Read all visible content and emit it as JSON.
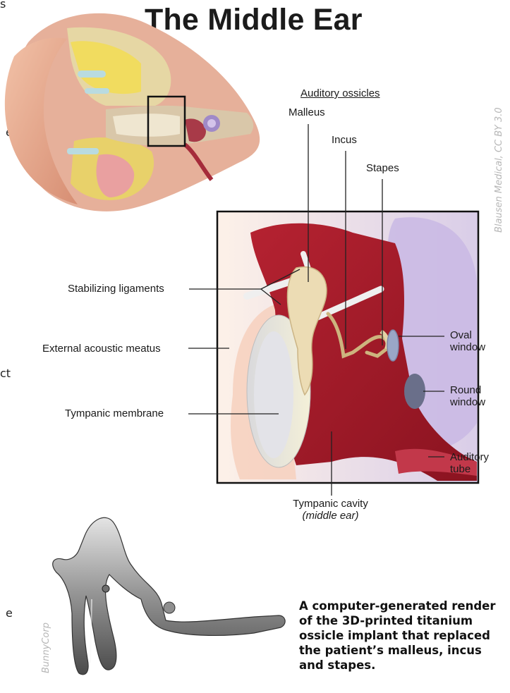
{
  "title": "The Middle Ear",
  "labels": {
    "auditory_ossicles": "Auditory ossicles",
    "malleus": "Malleus",
    "incus": "Incus",
    "stapes": "Stapes",
    "stabilizing_ligaments": "Stabilizing ligaments",
    "external_acoustic_meatus": "External acoustic meatus",
    "tympanic_membrane": "Tympanic membrane",
    "oval_window_line1": "Oval",
    "oval_window_line2": "window",
    "round_window_line1": "Round",
    "round_window_line2": "window",
    "auditory_tube_line1": "Auditory",
    "auditory_tube_line2": "tube",
    "tympanic_cavity_line1": "Tympanic cavity",
    "tympanic_cavity_line2": "(middle ear)"
  },
  "credits": {
    "blausen": "Blausen Medical, CC BY 3.0",
    "bunnycorp": "BunnyCorp"
  },
  "caption": "A computer-generated render of the 3D-printed titanium ossicle implant that replaced the patient’s malleus, incus and stapes.",
  "edge_fragments": {
    "f1": "s",
    "f2": "e",
    "f3": "ct",
    "f4": "e"
  }
}
